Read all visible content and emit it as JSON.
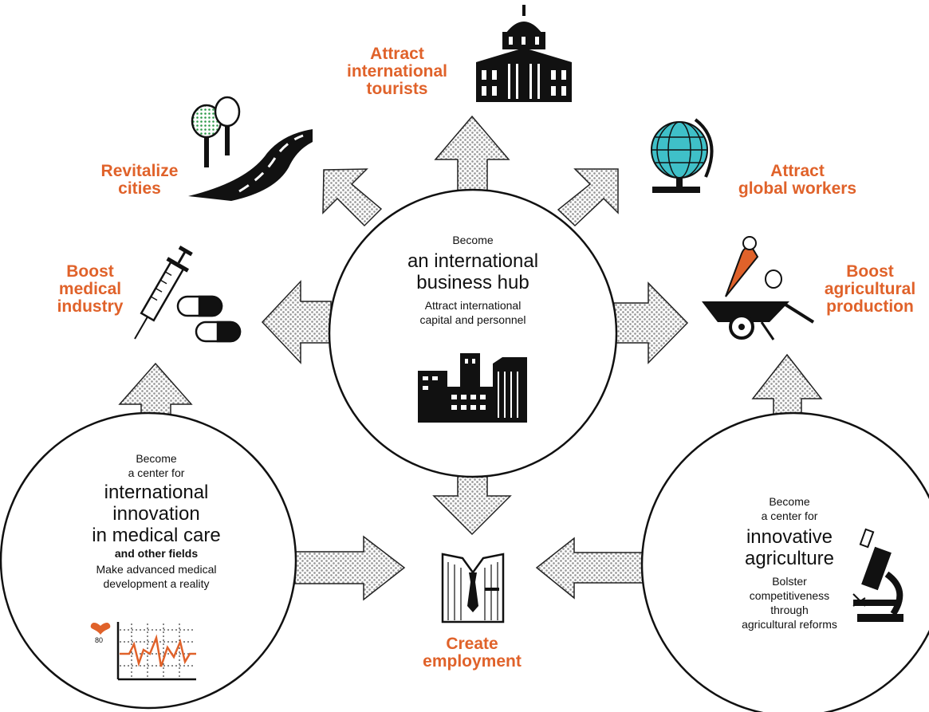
{
  "colors": {
    "accent": "#e0622a",
    "ink": "#111111",
    "dots": "#a8a8a8",
    "globe": "#3fc0c8",
    "leaf": "#2f9a4a"
  },
  "outcomes": {
    "tourists": [
      "Attract",
      "international",
      "tourists"
    ],
    "revitalize": [
      "Revitalize",
      "cities"
    ],
    "global_workers": [
      "Attract",
      "global workers"
    ],
    "medical_industry": [
      "Boost",
      "medical",
      "industry"
    ],
    "agri_production": [
      "Boost",
      "agricultural",
      "production"
    ],
    "employment": [
      "Create",
      "employment"
    ]
  },
  "hubs": {
    "business": {
      "pre": "Become",
      "title": [
        "an international",
        "business hub"
      ],
      "desc": [
        "Attract international",
        "capital and personnel"
      ]
    },
    "medical": {
      "pre": [
        "Become",
        "a center for"
      ],
      "title": [
        "international",
        "innovation",
        "in medical care"
      ],
      "sub": "and other fields",
      "desc": [
        "Make advanced medical",
        "development a reality"
      ],
      "monitor_value": "80"
    },
    "agri": {
      "pre": [
        "Become",
        "a center for"
      ],
      "title": [
        "innovative",
        "agriculture"
      ],
      "desc": [
        "Bolster",
        "competitiveness",
        "through",
        "agricultural reforms"
      ]
    }
  },
  "icons": [
    "capitol-building-icon",
    "road-trees-icon",
    "globe-icon",
    "syringe-pills-icon",
    "wheelbarrow-vegetables-icon",
    "suit-icon",
    "city-buildings-icon",
    "heart-monitor-icon",
    "microscope-icon"
  ]
}
